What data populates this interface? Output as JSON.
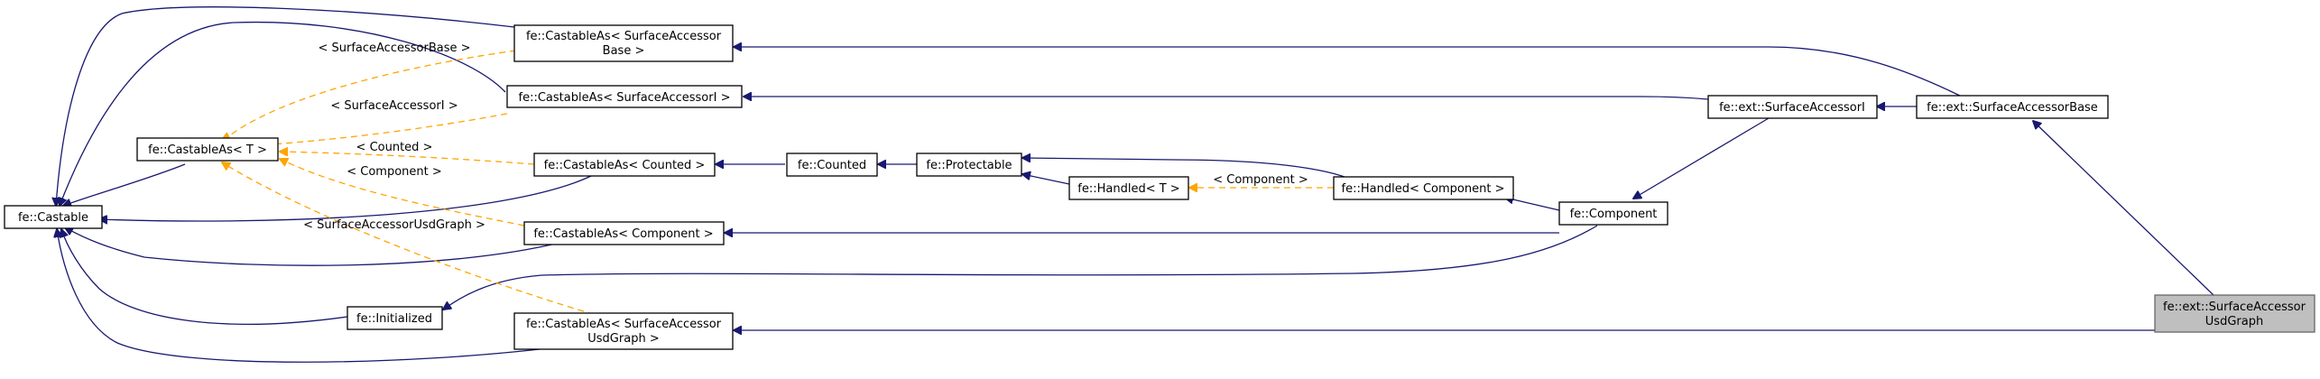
{
  "nodes": {
    "castable": "fe::Castable",
    "castableAsT": "fe::CastableAs< T >",
    "castableAsSAB_1": "fe::CastableAs< SurfaceAccessor",
    "castableAsSAB_2": "Base >",
    "castableAsSAI": "fe::CastableAs< SurfaceAccessorI >",
    "castableAsCounted": "fe::CastableAs< Counted >",
    "castableAsComponent": "fe::CastableAs< Component >",
    "castableAsSAUG_1": "fe::CastableAs< SurfaceAccessor",
    "castableAsSAUG_2": "UsdGraph >",
    "initialized": "fe::Initialized",
    "counted": "fe::Counted",
    "protectable": "fe::Protectable",
    "handledT": "fe::Handled< T >",
    "handledComponent": "fe::Handled< Component >",
    "component": "fe::Component",
    "surfaceAccessorI": "fe::ext::SurfaceAccessorI",
    "surfaceAccessorBase": "fe::ext::SurfaceAccessorBase",
    "surfaceAccessorUsdGraph_1": "fe::ext::SurfaceAccessor",
    "surfaceAccessorUsdGraph_2": "UsdGraph"
  },
  "edge_labels": {
    "sab": "< SurfaceAccessorBase >",
    "sai": "< SurfaceAccessorI >",
    "counted": "< Counted >",
    "component": "< Component >",
    "saug": "< SurfaceAccessorUsdGraph >",
    "handledComponent": "< Component >"
  },
  "colors": {
    "inheritance": "#191970",
    "template": "#ffa500",
    "highlight_fill": "#bfbfbf"
  }
}
